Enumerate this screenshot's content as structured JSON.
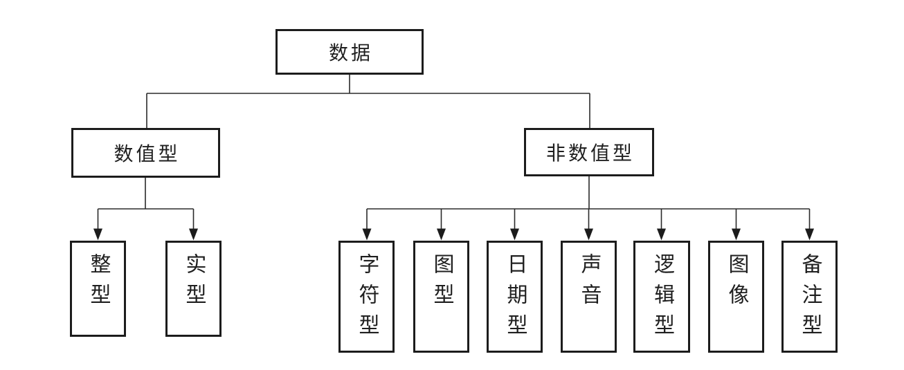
{
  "diagram": {
    "root": {
      "label": "数据"
    },
    "branches": [
      {
        "label": "数值型",
        "children": [
          {
            "label": "整型"
          },
          {
            "label": "实型"
          }
        ]
      },
      {
        "label": "非数值型",
        "children": [
          {
            "label": "字符型"
          },
          {
            "label": "图型"
          },
          {
            "label": "日期型"
          },
          {
            "label": "声音"
          },
          {
            "label": "逻辑型"
          },
          {
            "label": "图像"
          },
          {
            "label": "备注型"
          }
        ]
      }
    ],
    "colors": {
      "line": "#2a2a2a",
      "box_border": "#1c1c1c",
      "background": "#ffffff"
    }
  }
}
